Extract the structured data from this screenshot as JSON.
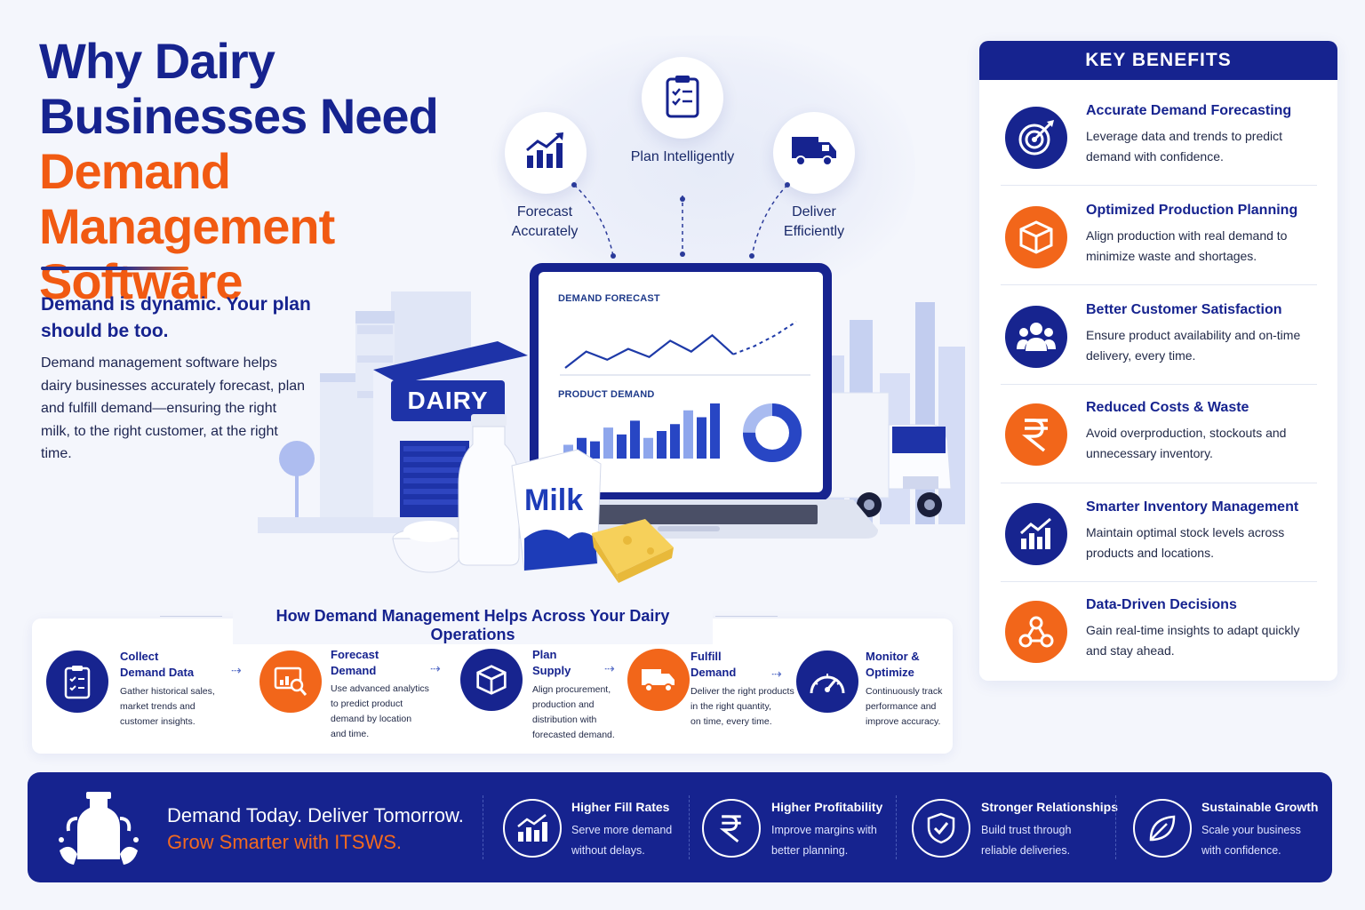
{
  "hero": {
    "title_line1": "Why Dairy",
    "title_line2": "Businesses Need",
    "title_line3": "Demand Management",
    "title_line4": "Software",
    "tagline": "Demand is dynamic. Your plan should be too.",
    "body": "Demand management software helps dairy businesses accurately forecast, plan and fulfill demand—ensuring the right milk, to the right customer, at the right time."
  },
  "illustration": {
    "bubbles": [
      {
        "label": "Forecast Accurately",
        "icon": "trend-chart-icon"
      },
      {
        "label": "Plan Intelligently",
        "icon": "clipboard-checklist-icon"
      },
      {
        "label": "Deliver Efficiently",
        "icon": "delivery-truck-icon"
      }
    ],
    "screen_forecast_label": "DEMAND FORECAST",
    "screen_product_label": "PRODUCT DEMAND",
    "dairy_sign": "DAIRY",
    "milk_pack": "Milk",
    "line_values": [
      10,
      22,
      16,
      24,
      18,
      30,
      22,
      34,
      20,
      26,
      34,
      44
    ],
    "bar_values": [
      4,
      6,
      5,
      9,
      7,
      11,
      6,
      8,
      10,
      14,
      12,
      16
    ],
    "donut_fraction": 0.75
  },
  "key_benefits": {
    "title": "KEY BENEFITS",
    "items": [
      {
        "title": "Accurate Demand Forecasting",
        "desc": "Leverage data and trends to predict demand with confidence.",
        "icon": "target-icon",
        "color": "navy"
      },
      {
        "title": "Optimized Production Planning",
        "desc": "Align production with real demand to minimize waste and shortages.",
        "icon": "box-icon",
        "color": "orange"
      },
      {
        "title": "Better Customer Satisfaction",
        "desc": "Ensure product availability and on-time delivery, every time.",
        "icon": "people-icon",
        "color": "navy"
      },
      {
        "title": "Reduced Costs & Waste",
        "desc": "Avoid overproduction, stockouts and unnecessary inventory.",
        "icon": "rupee-icon",
        "color": "orange"
      },
      {
        "title": "Smarter Inventory Management",
        "desc": "Maintain optimal stock levels across products and locations.",
        "icon": "growth-chart-icon",
        "color": "navy"
      },
      {
        "title": "Data-Driven Decisions",
        "desc": "Gain real-time insights to adapt quickly and stay ahead.",
        "icon": "network-icon",
        "color": "orange"
      }
    ]
  },
  "steps": {
    "title": "How Demand Management Helps Across Your Dairy Operations",
    "items": [
      {
        "title1": "Collect",
        "title2": "Demand Data",
        "desc": [
          "Gather historical sales,",
          "market trends and",
          "customer insights."
        ],
        "icon": "clipboard-icon",
        "color": "navy"
      },
      {
        "title1": "Forecast",
        "title2": "Demand",
        "desc": [
          "Use advanced analytics",
          "to predict product",
          "demand by location",
          "and time."
        ],
        "icon": "analytics-search-icon",
        "color": "orange"
      },
      {
        "title1": "Plan",
        "title2": "Supply",
        "desc": [
          "Align procurement,",
          "production and",
          "distribution with",
          "forecasted demand."
        ],
        "icon": "box-icon",
        "color": "navy"
      },
      {
        "title1": "Fulfill",
        "title2": "Demand",
        "desc": [
          "Deliver the right products",
          "in the right quantity,",
          "on time, every time."
        ],
        "icon": "truck-icon",
        "color": "orange"
      },
      {
        "title1": "Monitor &",
        "title2": "Optimize",
        "desc": [
          "Continuously track",
          "performance and",
          "improve accuracy."
        ],
        "icon": "gauge-icon",
        "color": "navy"
      }
    ]
  },
  "footer": {
    "tag_line1": "Demand Today. Deliver Tomorrow.",
    "tag_line2": "Grow Smarter with ITSWS.",
    "items": [
      {
        "title": "Higher Fill Rates",
        "desc1": "Serve more demand",
        "desc2": "without delays.",
        "icon": "bar-chart-icon"
      },
      {
        "title": "Higher Profitability",
        "desc1": "Improve margins with",
        "desc2": "better planning.",
        "icon": "rupee-icon"
      },
      {
        "title": "Stronger Relationships",
        "desc1": "Build trust through",
        "desc2": "reliable deliveries.",
        "icon": "shield-check-icon"
      },
      {
        "title": "Sustainable Growth",
        "desc1": "Scale your business",
        "desc2": "with confidence.",
        "icon": "leaf-icon"
      }
    ]
  },
  "colors": {
    "navy": "#16238f",
    "orange": "#f15a12",
    "background": "#f4f6fc"
  }
}
